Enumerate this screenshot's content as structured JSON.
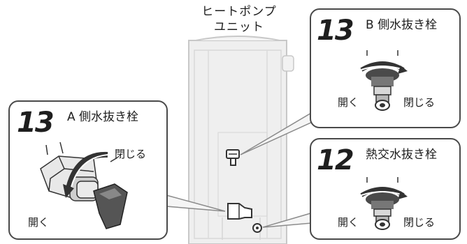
{
  "unit": {
    "title_line1": "ヒートポンプ",
    "title_line2": "ユニット"
  },
  "card_b": {
    "step": "13",
    "title": "B 側水抜き栓",
    "open_label": "開く",
    "close_label": "閉じる"
  },
  "card_a": {
    "step": "13",
    "title": "A 側水抜き栓",
    "open_label": "開く",
    "close_label": "閉じる"
  },
  "card_c": {
    "step": "12",
    "title": "熱交水抜き栓",
    "open_label": "開く",
    "close_label": "閉じる"
  },
  "colors": {
    "unit_fill": "#efefef",
    "unit_stroke": "#c8c8c8",
    "card_border": "#4a4a4a",
    "leader": "#8a8a8a",
    "valve_dark": "#4a4a4a",
    "valve_light": "#b8b8b8"
  }
}
